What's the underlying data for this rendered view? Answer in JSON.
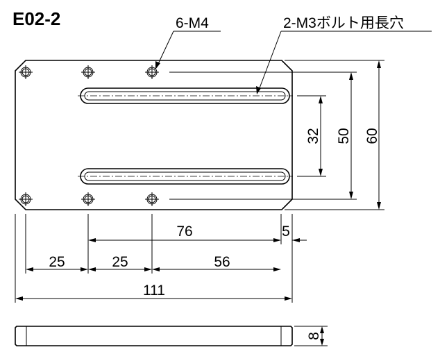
{
  "drawing": {
    "part_number": "E02-2",
    "callouts": {
      "tapped_holes": "6-M4",
      "slots": "2-M3ボルト用長穴"
    },
    "dimensions": {
      "total_width": "111",
      "pitch_left": "25",
      "pitch_middle": "25",
      "pitch_right": "56",
      "slot_span": "76",
      "slot_end_offset": "5",
      "slot_spacing": "32",
      "hole_spacing": "50",
      "total_height": "60",
      "thickness": "8"
    }
  }
}
